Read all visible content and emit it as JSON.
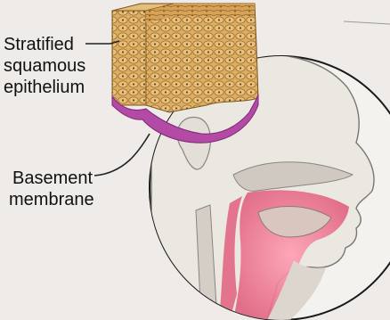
{
  "labels": {
    "stratified": {
      "lines": [
        "Stratified",
        "squamous",
        "epithelium"
      ]
    },
    "basement": {
      "lines": [
        "Basement",
        "membrane"
      ]
    }
  },
  "colors": {
    "page_background": "#f1efec",
    "epithelium_tan": "#d9a75a",
    "epithelium_cells": "#b77f33",
    "basement_membrane": "#b34aa6",
    "mucosa_pink": "#e0607e",
    "skin": "#ece9e4",
    "leader_line": "#222222"
  }
}
